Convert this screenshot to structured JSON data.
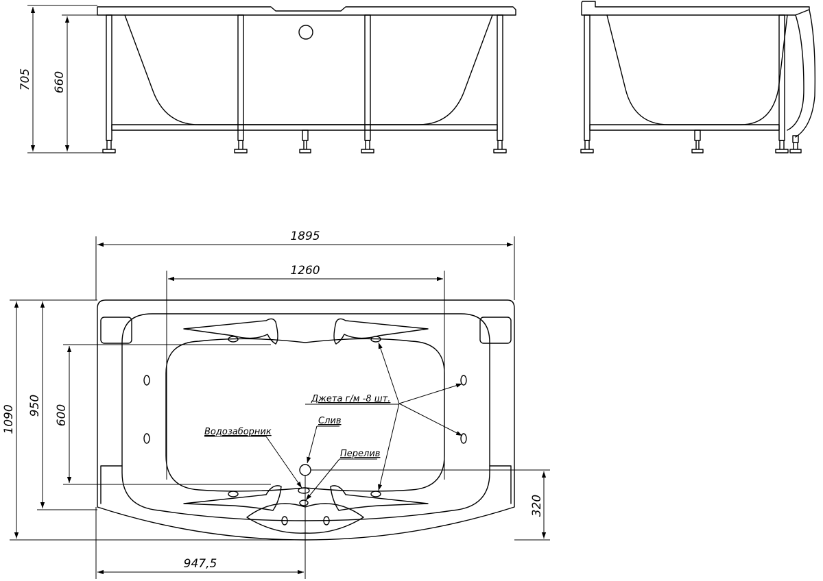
{
  "dimensions": {
    "total_height": "705",
    "body_height": "660",
    "total_length": "1895",
    "inner_length": "1260",
    "total_width": "1090",
    "width_950": "950",
    "inner_width": "600",
    "drain_offset": "320",
    "half_length": "947,5"
  },
  "labels": {
    "jets": "Джета г/м -8 шт.",
    "drain": "Слив",
    "intake": "Водозаборник",
    "overflow": "Перелив"
  }
}
